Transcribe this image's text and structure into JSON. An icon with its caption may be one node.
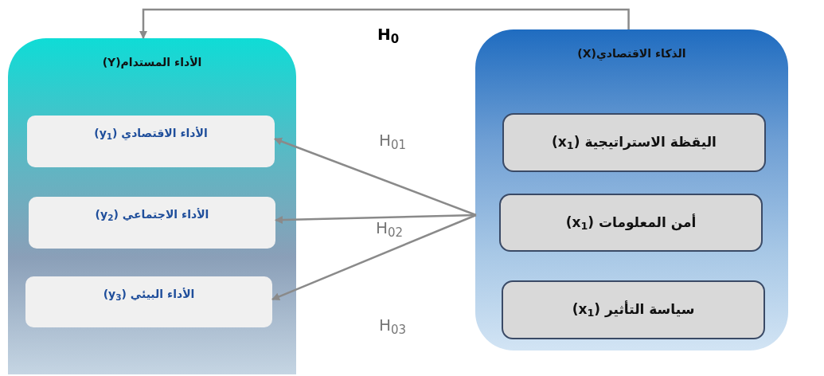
{
  "diagram": {
    "nodes": [
      {
        "text": [
          "الأداء المستدام(Y)"
        ]
      },
      {
        "text": [
          "الأداء الاقتصادي (y$_{1}$)"
        ],
        "in": 0
      },
      {
        "text": [
          "الأداء الاجتماعي (y$_{2}$)"
        ],
        "in": 0
      },
      {
        "text": [
          "الأداء البيئي (y$_{3}$)"
        ],
        "in": 0
      },
      {
        "text": [
          "الذكاء الاقتصادي(X)"
        ]
      },
      {
        "text": [
          "اليقظة الاستراتيجية (x$_{1}$)"
        ],
        "in": 4
      },
      {
        "text": [
          "أمن المعلومات (x$_{1}$)"
        ],
        "in": 4
      },
      {
        "text": [
          "سياسة التأثير (x$_{1}$)"
        ],
        "in": 4
      }
    ],
    "edges": [
      {
        "from": 4,
        "to": 0,
        "arrow": "to",
        "label": "H$_{0}$"
      },
      {
        "from": 4,
        "to": 1,
        "arrow": "to",
        "label": "H$_{01}$"
      },
      {
        "from": 4,
        "to": 2,
        "arrow": "to",
        "label": "H$_{02}$"
      },
      {
        "from": 4,
        "to": 3,
        "arrow": "to",
        "label": "H$_{03}$"
      }
    ]
  }
}
